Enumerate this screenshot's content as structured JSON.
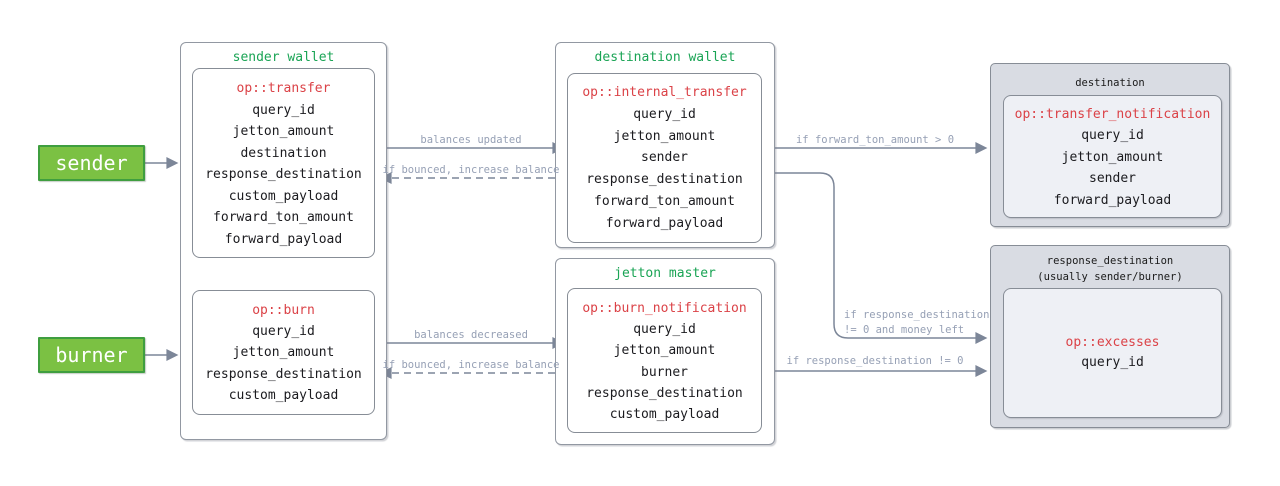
{
  "colors": {
    "green-fill": "#7bc143",
    "green-border": "#3f9e3f",
    "green-text": "#1aa455",
    "red": "#db4247",
    "ink": "#1b1b1f",
    "slate": "#7c8698",
    "label": "#96a0b5",
    "panel-fill": "#d9dce3",
    "panel-inner": "#eef0f5"
  },
  "actors": {
    "sender": "sender",
    "burner": "burner"
  },
  "containers": {
    "sender_wallet": "sender wallet",
    "destination_wallet": "destination wallet",
    "jetton_master": "jetton master",
    "destination": "destination",
    "response_destination_line1": "response_destination",
    "response_destination_line2": "(usually sender/burner)"
  },
  "messages": {
    "transfer": {
      "op": "op::transfer",
      "fields": [
        "query_id",
        "jetton_amount",
        "destination",
        "response_destination",
        "custom_payload",
        "forward_ton_amount",
        "forward_payload"
      ]
    },
    "burn": {
      "op": "op::burn",
      "fields": [
        "query_id",
        "jetton_amount",
        "response_destination",
        "custom_payload"
      ]
    },
    "internal_transfer": {
      "op": "op::internal_transfer",
      "fields": [
        "query_id",
        "jetton_amount",
        "sender",
        "response_destination",
        "forward_ton_amount",
        "forward_payload"
      ]
    },
    "burn_notification": {
      "op": "op::burn_notification",
      "fields": [
        "query_id",
        "jetton_amount",
        "burner",
        "response_destination",
        "custom_payload"
      ]
    },
    "transfer_notification": {
      "op": "op::transfer_notification",
      "fields": [
        "query_id",
        "jetton_amount",
        "sender",
        "forward_payload"
      ]
    },
    "excesses": {
      "op": "op::excesses",
      "fields": [
        "query_id"
      ]
    }
  },
  "edges": {
    "balances_updated": "balances updated",
    "bounced_increase_top": "if bounced, increase balance",
    "balances_decreased": "balances decreased",
    "bounced_increase_bottom": "if bounced, increase balance",
    "forward_ton": "if forward_ton_amount > 0",
    "money_left_line1": "if response_destination",
    "money_left_line2": "!= 0 and money left",
    "response_not_zero": "if response_destination != 0"
  }
}
